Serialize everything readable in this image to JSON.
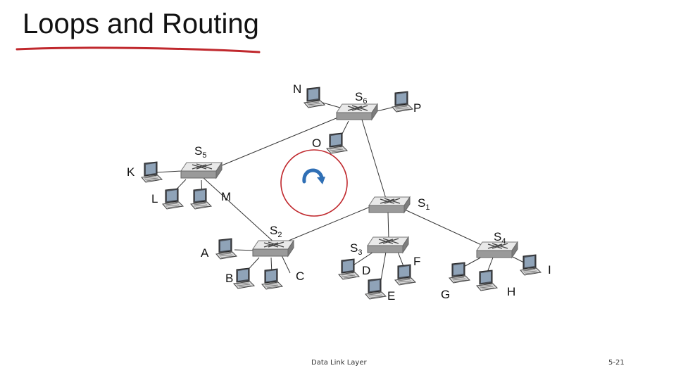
{
  "title": "Loops and Routing",
  "footer": {
    "left": "Data Link Layer",
    "right": "5-21"
  },
  "switches": [
    {
      "id": "S6",
      "name": "S",
      "sub": "6"
    },
    {
      "id": "S5",
      "name": "S",
      "sub": "5"
    },
    {
      "id": "S1",
      "name": "S",
      "sub": "1"
    },
    {
      "id": "S2",
      "name": "S",
      "sub": "2"
    },
    {
      "id": "S3",
      "name": "S",
      "sub": "3"
    },
    {
      "id": "S4",
      "name": "S",
      "sub": "4"
    }
  ],
  "hosts": [
    "N",
    "P",
    "O",
    "K",
    "L",
    "M",
    "A",
    "B",
    "C",
    "D",
    "E",
    "F",
    "G",
    "H",
    "I"
  ],
  "links": [
    [
      "S6",
      "S5"
    ],
    [
      "S6",
      "S1"
    ],
    [
      "S5",
      "S2"
    ],
    [
      "S1",
      "S2"
    ],
    [
      "S1",
      "S3"
    ],
    [
      "S1",
      "S4"
    ]
  ],
  "colors": {
    "underline": "#c0282d",
    "loop_circle": "#c0282d",
    "arrow": "#2f6fb5",
    "link": "#333333",
    "switch": "#8a8a8a"
  }
}
